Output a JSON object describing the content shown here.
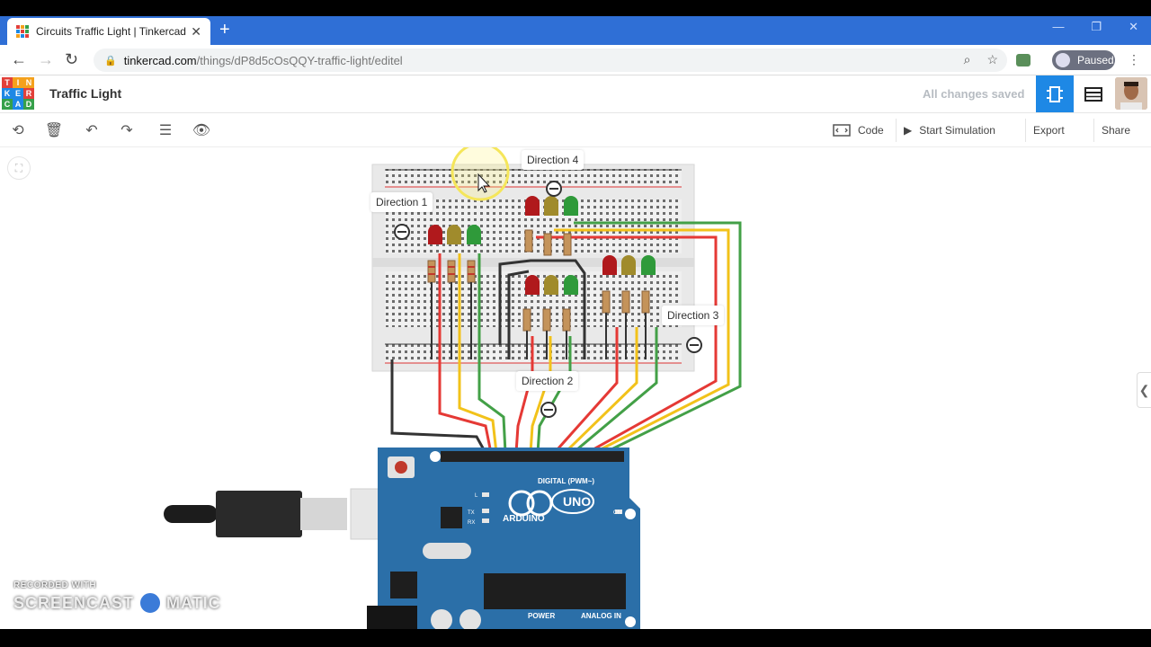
{
  "browser": {
    "tab_title": "Circuits Traffic Light | Tinkercad",
    "url_host": "tinkercad.com",
    "url_path": "/things/dP8d5cOsQQY-traffic-light/editel",
    "profile_label": "Paused"
  },
  "app": {
    "logo_letters": [
      "T",
      "I",
      "N",
      "K",
      "E",
      "R",
      "C",
      "A",
      "D"
    ],
    "logo_colors": [
      "#e2403a",
      "#f4a11c",
      "#f4a11c",
      "#1e88e5",
      "#1e88e5",
      "#e2403a",
      "#36a04a",
      "#1e88e5",
      "#36a04a"
    ],
    "project_title": "Traffic Light",
    "save_status": "All changes saved"
  },
  "toolbar": {
    "code_label": "Code",
    "simulate_label": "Start Simulation",
    "export_label": "Export",
    "share_label": "Share"
  },
  "circuit": {
    "labels": {
      "direction_1": "Direction 1",
      "direction_2": "Direction 2",
      "direction_3": "Direction 3",
      "direction_4": "Direction 4"
    },
    "board": {
      "brand": "ARDUINO",
      "model": "UNO",
      "digital_label": "DIGITAL (PWM~)",
      "power_label": "POWER",
      "analog_label": "ANALOG IN",
      "on_label": "ON",
      "tx_label": "TX",
      "rx_label": "RX",
      "l_label": "L"
    },
    "colors": {
      "red_led": "#b0191c",
      "yellow_led": "#a08b2c",
      "green_led": "#2f9a3a",
      "wire_red": "#e53935",
      "wire_yellow": "#f2c21a",
      "wire_green": "#43a047",
      "wire_black": "#333333",
      "board_blue": "#2b6fa8"
    }
  },
  "watermark": {
    "recorded": "RECORDED WITH",
    "brand_left": "SCREENCAST",
    "brand_right": "MATIC"
  }
}
